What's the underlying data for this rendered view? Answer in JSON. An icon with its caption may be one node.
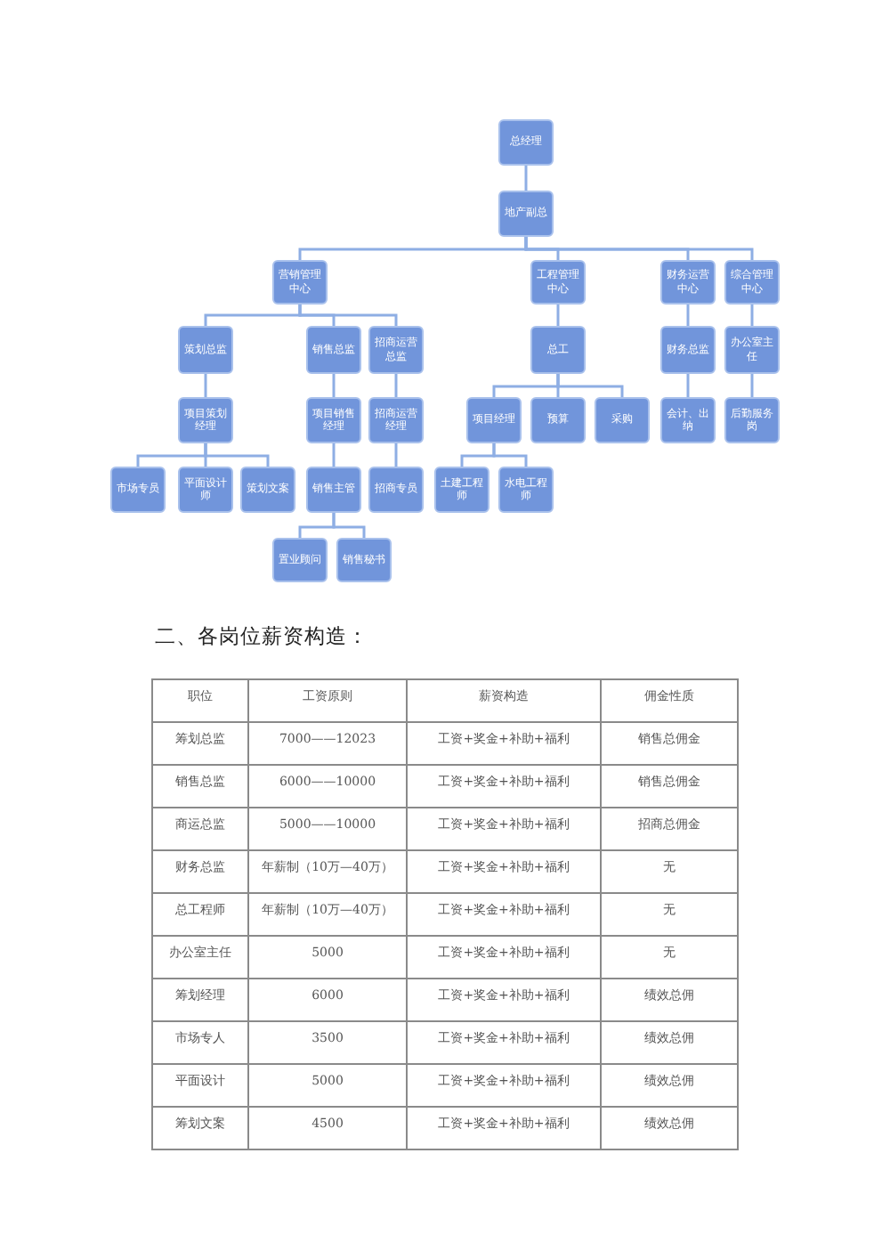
{
  "diagram": {
    "title": "二、各岗位薪资构造：",
    "nodes": [
      {
        "text": [
          "总经理"
        ]
      },
      {
        "text": [
          "地产副总"
        ]
      },
      {
        "text": [
          "营销管理中心"
        ]
      },
      {
        "text": [
          "工程管理中心"
        ]
      },
      {
        "text": [
          "财务运营中心"
        ]
      },
      {
        "text": [
          "综合管理中心"
        ]
      },
      {
        "text": [
          "策划总监"
        ]
      },
      {
        "text": [
          "销售总监"
        ]
      },
      {
        "text": [
          "招商运营总监"
        ]
      },
      {
        "text": [
          "总工"
        ]
      },
      {
        "text": [
          "财务总监"
        ]
      },
      {
        "text": [
          "办公室主任"
        ]
      },
      {
        "text": [
          "项目策划经理"
        ]
      },
      {
        "text": [
          "项目销售经理"
        ]
      },
      {
        "text": [
          "招商运营经理"
        ]
      },
      {
        "text": [
          "项目经理"
        ]
      },
      {
        "text": [
          "预算"
        ]
      },
      {
        "text": [
          "采购"
        ]
      },
      {
        "text": [
          "会计、出纳"
        ]
      },
      {
        "text": [
          "后勤服务岗"
        ]
      },
      {
        "text": [
          "市场专员"
        ]
      },
      {
        "text": [
          "平面设计师"
        ]
      },
      {
        "text": [
          "策划文案"
        ]
      },
      {
        "text": [
          "销售主管"
        ]
      },
      {
        "text": [
          "招商专员"
        ]
      },
      {
        "text": [
          "土建工程师"
        ]
      },
      {
        "text": [
          "水电工程师"
        ]
      },
      {
        "text": [
          "置业顾问"
        ]
      },
      {
        "text": [
          "销售秘书"
        ]
      }
    ],
    "edges": [
      {
        "from": 0,
        "to": 1,
        "arrow": "none"
      },
      {
        "from": 1,
        "to": 2,
        "arrow": "none"
      },
      {
        "from": 1,
        "to": 3,
        "arrow": "none"
      },
      {
        "from": 1,
        "to": 4,
        "arrow": "none"
      },
      {
        "from": 1,
        "to": 5,
        "arrow": "none"
      },
      {
        "from": 2,
        "to": 6,
        "arrow": "none"
      },
      {
        "from": 2,
        "to": 7,
        "arrow": "none"
      },
      {
        "from": 2,
        "to": 8,
        "arrow": "none"
      },
      {
        "from": 3,
        "to": 9,
        "arrow": "none"
      },
      {
        "from": 4,
        "to": 10,
        "arrow": "none"
      },
      {
        "from": 5,
        "to": 11,
        "arrow": "none"
      },
      {
        "from": 6,
        "to": 12,
        "arrow": "none"
      },
      {
        "from": 7,
        "to": 13,
        "arrow": "none"
      },
      {
        "from": 8,
        "to": 14,
        "arrow": "none"
      },
      {
        "from": 9,
        "to": 15,
        "arrow": "none"
      },
      {
        "from": 9,
        "to": 16,
        "arrow": "none"
      },
      {
        "from": 9,
        "to": 17,
        "arrow": "none"
      },
      {
        "from": 10,
        "to": 18,
        "arrow": "none"
      },
      {
        "from": 11,
        "to": 19,
        "arrow": "none"
      },
      {
        "from": 12,
        "to": 20,
        "arrow": "none"
      },
      {
        "from": 12,
        "to": 21,
        "arrow": "none"
      },
      {
        "from": 12,
        "to": 22,
        "arrow": "none"
      },
      {
        "from": 13,
        "to": 23,
        "arrow": "none"
      },
      {
        "from": 14,
        "to": 24,
        "arrow": "none"
      },
      {
        "from": 15,
        "to": 25,
        "arrow": "none"
      },
      {
        "from": 15,
        "to": 26,
        "arrow": "none"
      },
      {
        "from": 23,
        "to": 27,
        "arrow": "none"
      },
      {
        "from": 23,
        "to": 28,
        "arrow": "none"
      }
    ],
    "labels": [
      "职位",
      "工资原则",
      "薪资构造",
      "佣金性质",
      "筹划总监",
      "7000——12023",
      "工资+奖金+补助+福利",
      "销售总佣金",
      "销售总监",
      "6000——10000",
      "工资+奖金+补助+福利",
      "销售总佣金",
      "商运总监",
      "5000——10000",
      "工资+奖金+补助+福利",
      "招商总佣金",
      "财务总监",
      "年薪制（10万—40万）",
      "工资+奖金+补助+福利",
      "无",
      "总工程师",
      "年薪制（10万—40万）",
      "工资+奖金+补助+福利",
      "无",
      "办公室主任",
      "5000",
      "工资+奖金+补助+福利",
      "无",
      "筹划经理",
      "6000",
      "工资+奖金+补助+福利",
      "绩效总佣",
      "市场专人",
      "3500",
      "工资+奖金+补助+福利",
      "绩效总佣",
      "平面设计",
      "5000",
      "工资+奖金+补助+福利",
      "绩效总佣",
      "筹划文案",
      "4500",
      "工资+奖金+补助+福利",
      "绩效总佣"
    ]
  }
}
